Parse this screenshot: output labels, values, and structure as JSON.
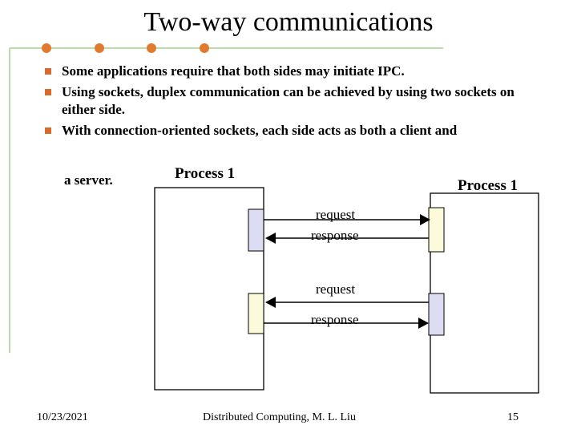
{
  "slide": {
    "title": "Two-way communications",
    "bullets": [
      "Some applications require that both sides may initiate IPC.",
      "Using sockets, duplex communication can be achieved by using two sockets on either side.",
      "With connection-oriented sockets, each side acts as both a client and",
      "a server."
    ]
  },
  "diagram": {
    "left_process_label": "Process 1",
    "right_process_label": "Process 1",
    "upper_request_label": "request",
    "upper_response_label": "response",
    "lower_request_label": "request",
    "lower_response_label": "response"
  },
  "footer": {
    "date": "10/23/2021",
    "course": "Distributed Computing, M. L. Liu",
    "page": "15"
  },
  "colors": {
    "bullet": "#d96b2a",
    "socket_blue": "#dcdcf2",
    "socket_yellow": "#fbfbdc",
    "deco_line": "#a4cf8e"
  }
}
